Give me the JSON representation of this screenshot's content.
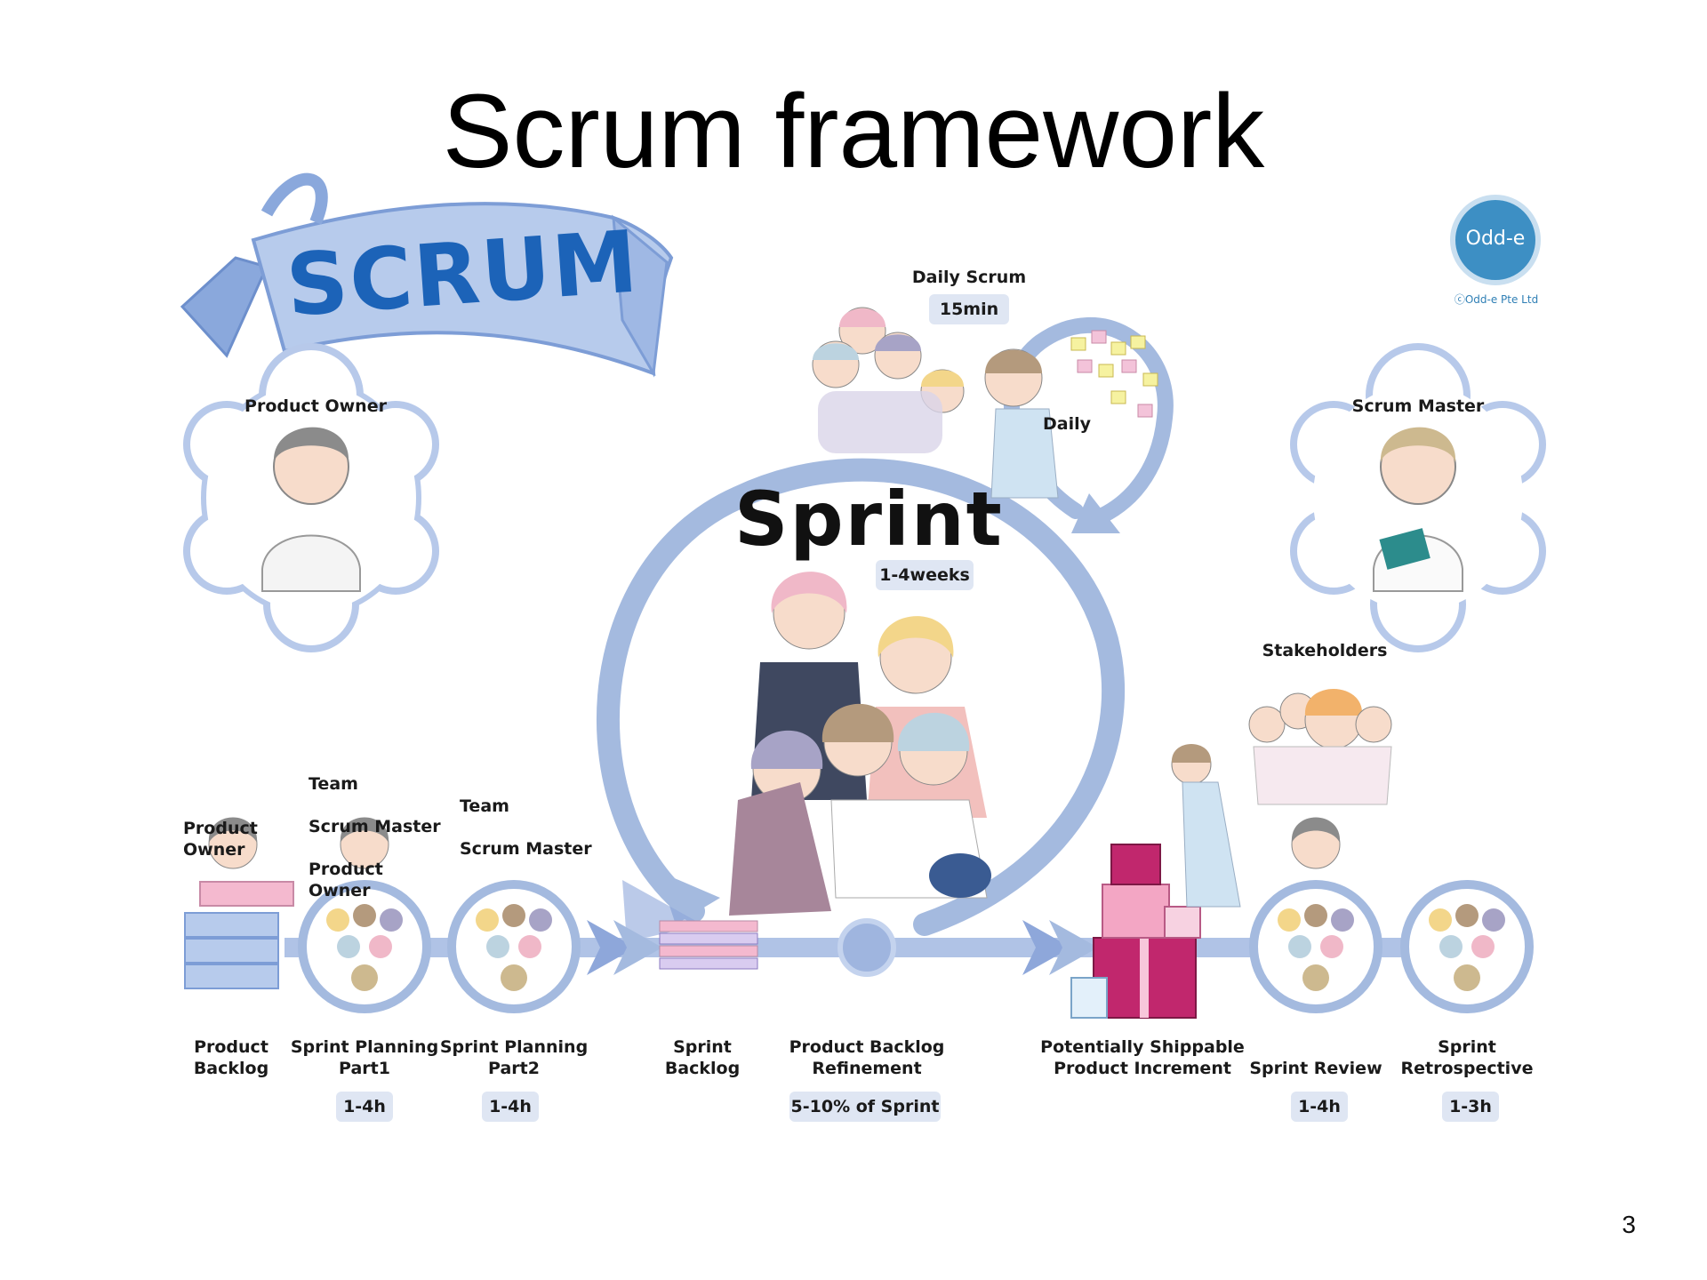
{
  "title": "Scrum framework",
  "page_number": "3",
  "banner": {
    "text": "SCRUM"
  },
  "logo": {
    "name": "Odd-e",
    "copyright": "Odd-e Pte Ltd"
  },
  "sprint": {
    "title": "Sprint",
    "duration": "1-4weeks"
  },
  "daily_scrum": {
    "title": "Daily Scrum",
    "duration": "15min",
    "loop_label": "Daily"
  },
  "roles": {
    "product_owner": "Product Owner",
    "scrum_master": "Scrum Master",
    "stakeholders": "Stakeholders"
  },
  "attendees": {
    "product_backlog": [
      "Product Owner"
    ],
    "sprint_planning_1": [
      "Team",
      "Scrum Master",
      "Product Owner"
    ],
    "sprint_planning_2": [
      "Team",
      "Scrum Master"
    ]
  },
  "stages": [
    {
      "id": "product-backlog",
      "label": "Product\nBacklog",
      "duration": ""
    },
    {
      "id": "sprint-planning-1",
      "label": "Sprint Planning\nPart1",
      "duration": "1-4h"
    },
    {
      "id": "sprint-planning-2",
      "label": "Sprint Planning\nPart2",
      "duration": "1-4h"
    },
    {
      "id": "sprint-backlog",
      "label": "Sprint\nBacklog",
      "duration": ""
    },
    {
      "id": "backlog-refinement",
      "label": "Product Backlog\nRefinement",
      "duration": "5-10% of Sprint"
    },
    {
      "id": "product-increment",
      "label": "Potentially Shippable\nProduct Increment",
      "duration": ""
    },
    {
      "id": "sprint-review",
      "label": "Sprint Review",
      "duration": "1-4h"
    },
    {
      "id": "sprint-retrospective",
      "label": "Sprint\nRetrospective",
      "duration": "1-3h"
    }
  ],
  "colors": {
    "flow": "#9fb5df",
    "flow_dark": "#7c97cf",
    "banner": "#a9c1e8",
    "banner_text": "#1c63b8",
    "badge": "#dfe6f3"
  }
}
